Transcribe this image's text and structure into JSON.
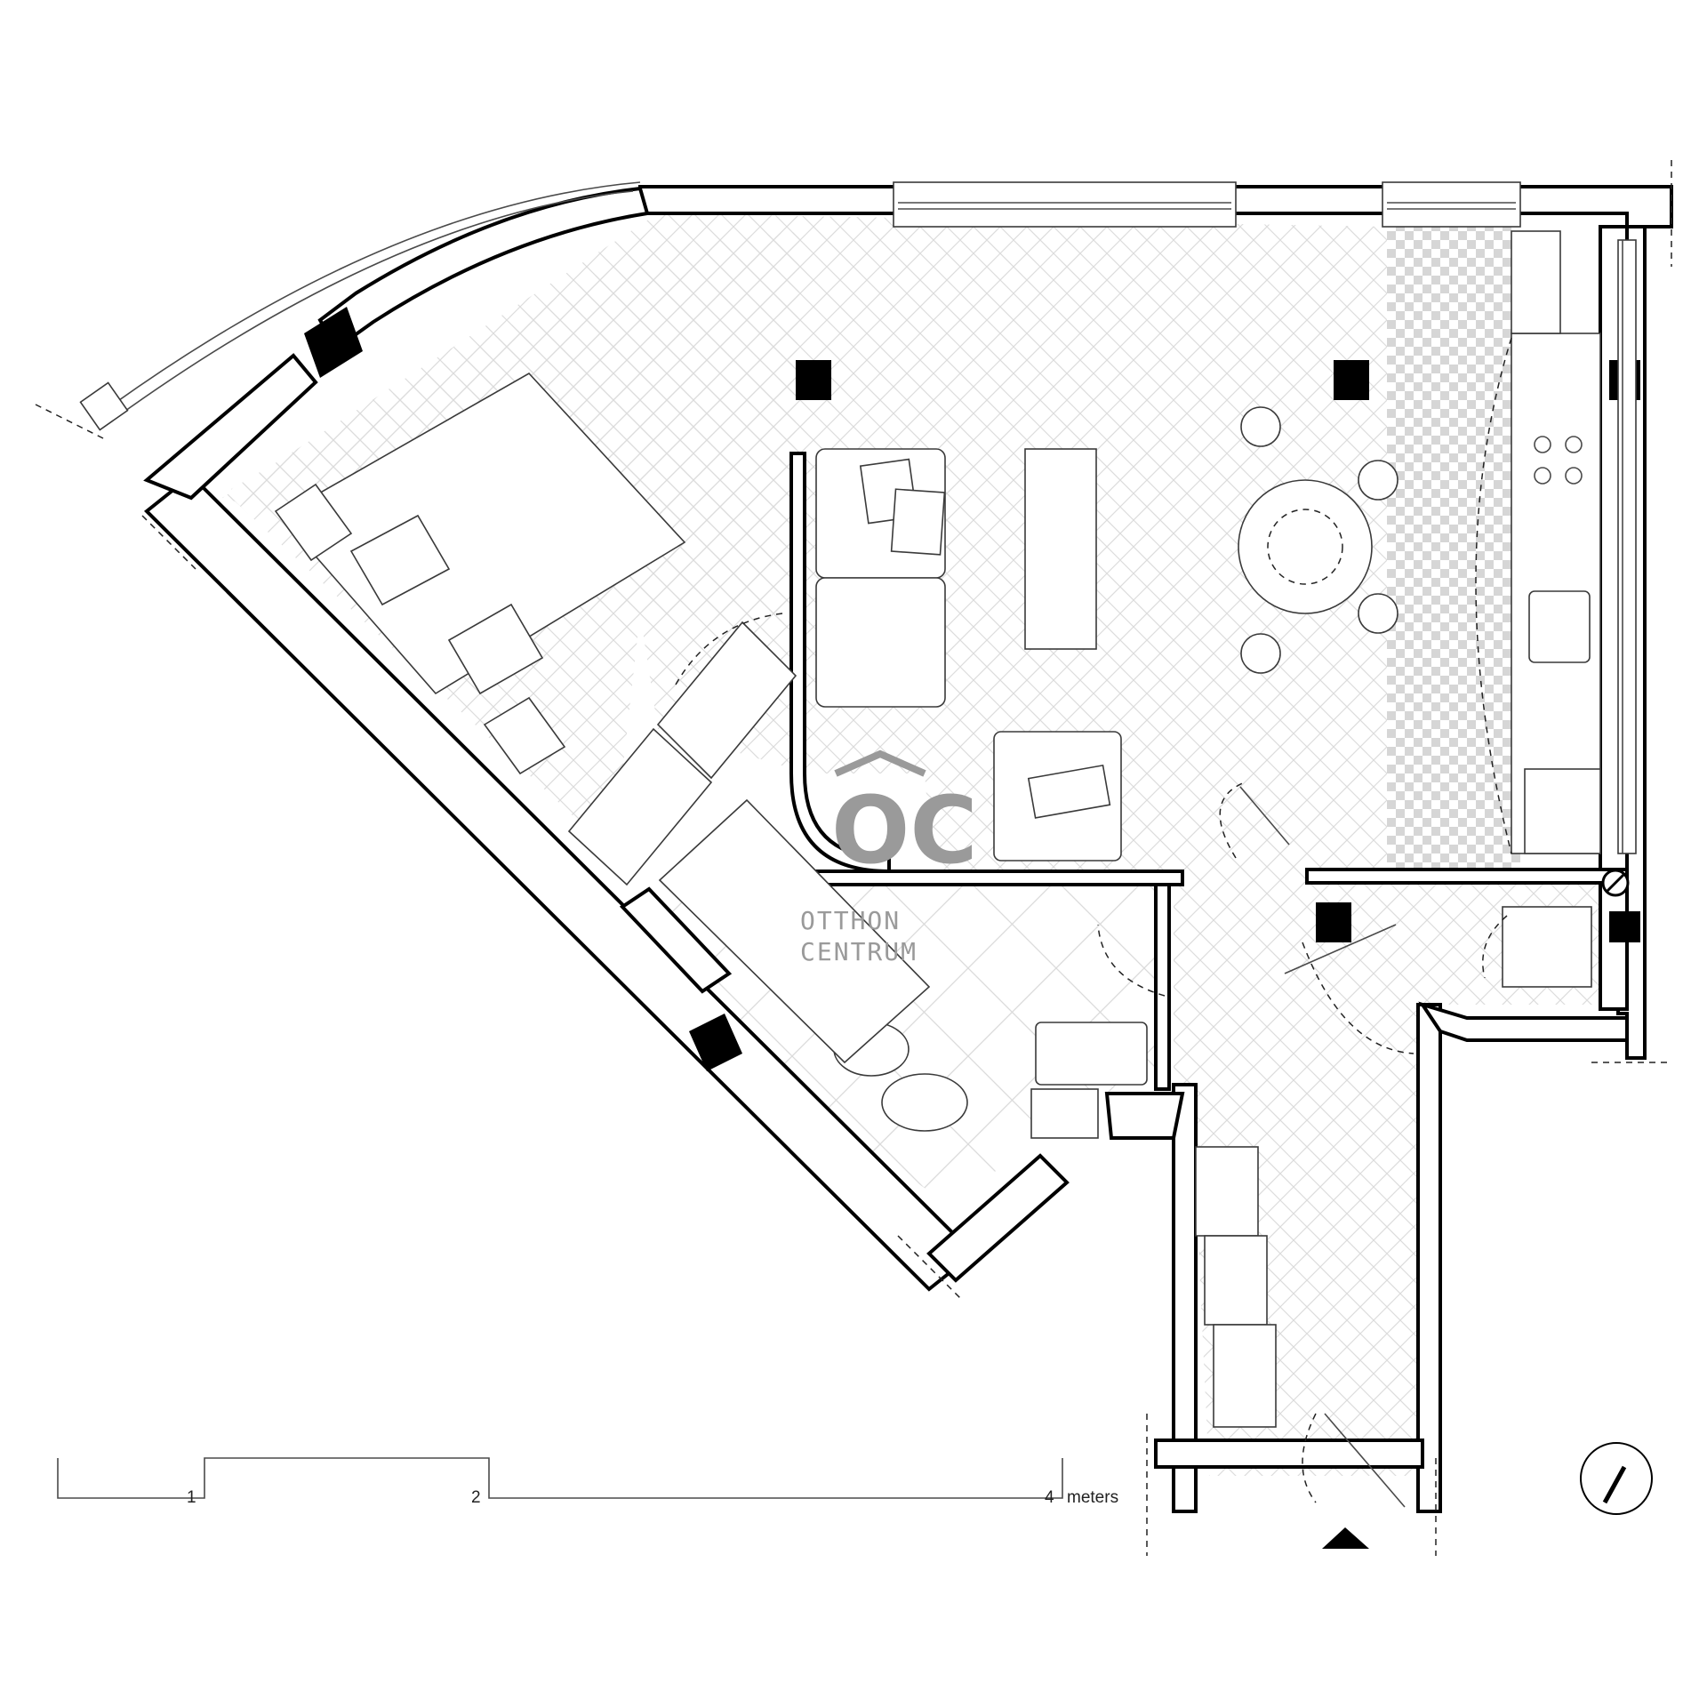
{
  "scale_bar": {
    "tick_1": "1",
    "tick_2": "2",
    "tick_4": "4",
    "unit": "meters"
  },
  "watermark": {
    "mark": "OC",
    "line1": "OTTHON",
    "line2": "CENTRUM"
  },
  "colors": {
    "wall": "#000000",
    "background": "#ffffff",
    "watermark": "#9a9a9a",
    "checker": "#d6d6d6"
  },
  "icons": {
    "north_arrow": "compass-circle-icon",
    "entrance": "entrance-triangle-icon"
  }
}
